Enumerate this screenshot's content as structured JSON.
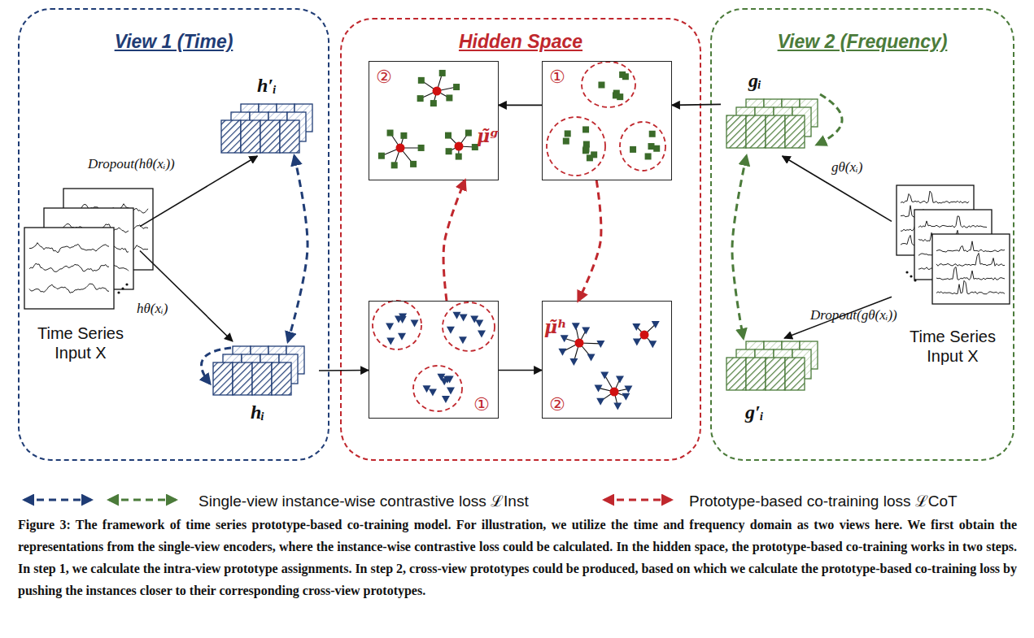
{
  "diagram": {
    "caption": "Figure 3: The framework of time series prototype-based co-training model. For illustration, we utilize the time and frequency domain as two views here. We first obtain the representations from the single-view encoders, where the instance-wise contrastive loss could be calculated. In the hidden space, the prototype-based co-training works in two steps. In step 1, we calculate the intra-view prototype assignments. In step 2, cross-view prototypes could be produced, based on which we calculate the prototype-based co-training loss by pushing the instances closer to their corresponding cross-view prototypes.",
    "nodes": [
      {
        "text": [
          "View 1 (Time)"
        ]
      },
      {
        "text": [
          "Hidden Space"
        ]
      },
      {
        "text": [
          "View 2 (Frequency)"
        ]
      },
      {
        "text": [
          "Time Series Input X"
        ],
        "in": 0
      },
      {
        "text": [
          "h′ᵢ"
        ],
        "in": 0
      },
      {
        "text": [
          "hᵢ"
        ],
        "in": 0
      },
      {
        "text": [
          "②",
          "μ̃ᵍ"
        ],
        "in": 1
      },
      {
        "text": [
          "①"
        ],
        "in": 1
      },
      {
        "text": [
          "①"
        ],
        "in": 1
      },
      {
        "text": [
          "μ̃ʰ",
          "②"
        ],
        "in": 1
      },
      {
        "text": [
          "gᵢ"
        ],
        "in": 2
      },
      {
        "text": [
          "Time Series Input X"
        ],
        "in": 2
      },
      {
        "text": [
          "g′ᵢ"
        ],
        "in": 2
      }
    ],
    "edges": [
      {
        "from": 3,
        "to": 4,
        "label": "Dropout(hθ(xᵢ))",
        "arrow": "to"
      },
      {
        "from": 3,
        "to": 5,
        "label": "hθ(xᵢ)",
        "arrow": "to"
      },
      {
        "from": 4,
        "to": 5,
        "arrow": "both"
      },
      {
        "from": 5,
        "to": 8,
        "arrow": "to"
      },
      {
        "from": 8,
        "to": 9,
        "arrow": "to"
      },
      {
        "from": 10,
        "to": 7,
        "arrow": "to"
      },
      {
        "from": 7,
        "to": 6,
        "arrow": "to"
      },
      {
        "from": 8,
        "to": 6,
        "arrow": "to"
      },
      {
        "from": 7,
        "to": 9,
        "arrow": "to"
      },
      {
        "from": 11,
        "to": 10,
        "label": "gθ(xᵢ)",
        "arrow": "to"
      },
      {
        "from": 11,
        "to": 12,
        "label": "Dropout(gθ(xᵢ))",
        "arrow": "to"
      },
      {
        "from": 10,
        "to": 12,
        "arrow": "both"
      }
    ],
    "legend": [
      {
        "text": "Single-view instance-wise contrastive loss ℒInst"
      },
      {
        "text": "Prototype-based co-training loss ℒCoT"
      }
    ]
  }
}
